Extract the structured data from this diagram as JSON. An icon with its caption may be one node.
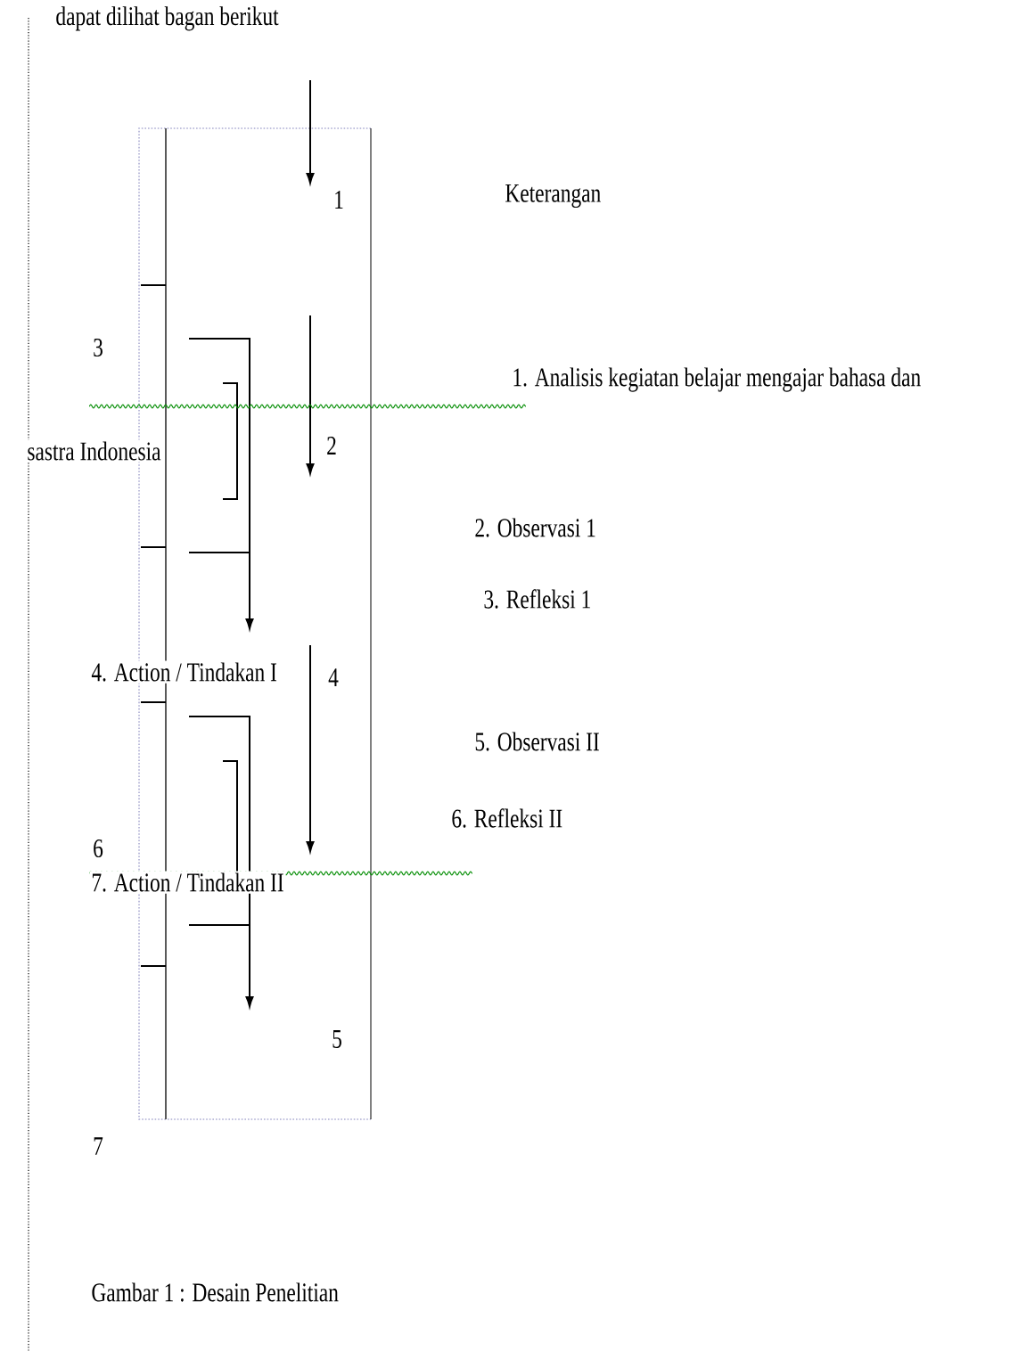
{
  "diagram": {
    "caption": "Gambar 1 : Desain Penelitian",
    "labels": [
      "dapat dilihat bagan berikut",
      "1",
      "Keterangan",
      "3",
      "1. Analisis kegiatan belajar mengajar bahasa dan",
      "sastra Indonesia",
      "2",
      "2. Observasi 1",
      "3. Refleksi 1",
      "4. Action / Tindakan I",
      "4",
      "5. Observasi II",
      "6. Refleksi II",
      "6",
      "7. Action / Tindakan II",
      "5",
      "7"
    ]
  }
}
